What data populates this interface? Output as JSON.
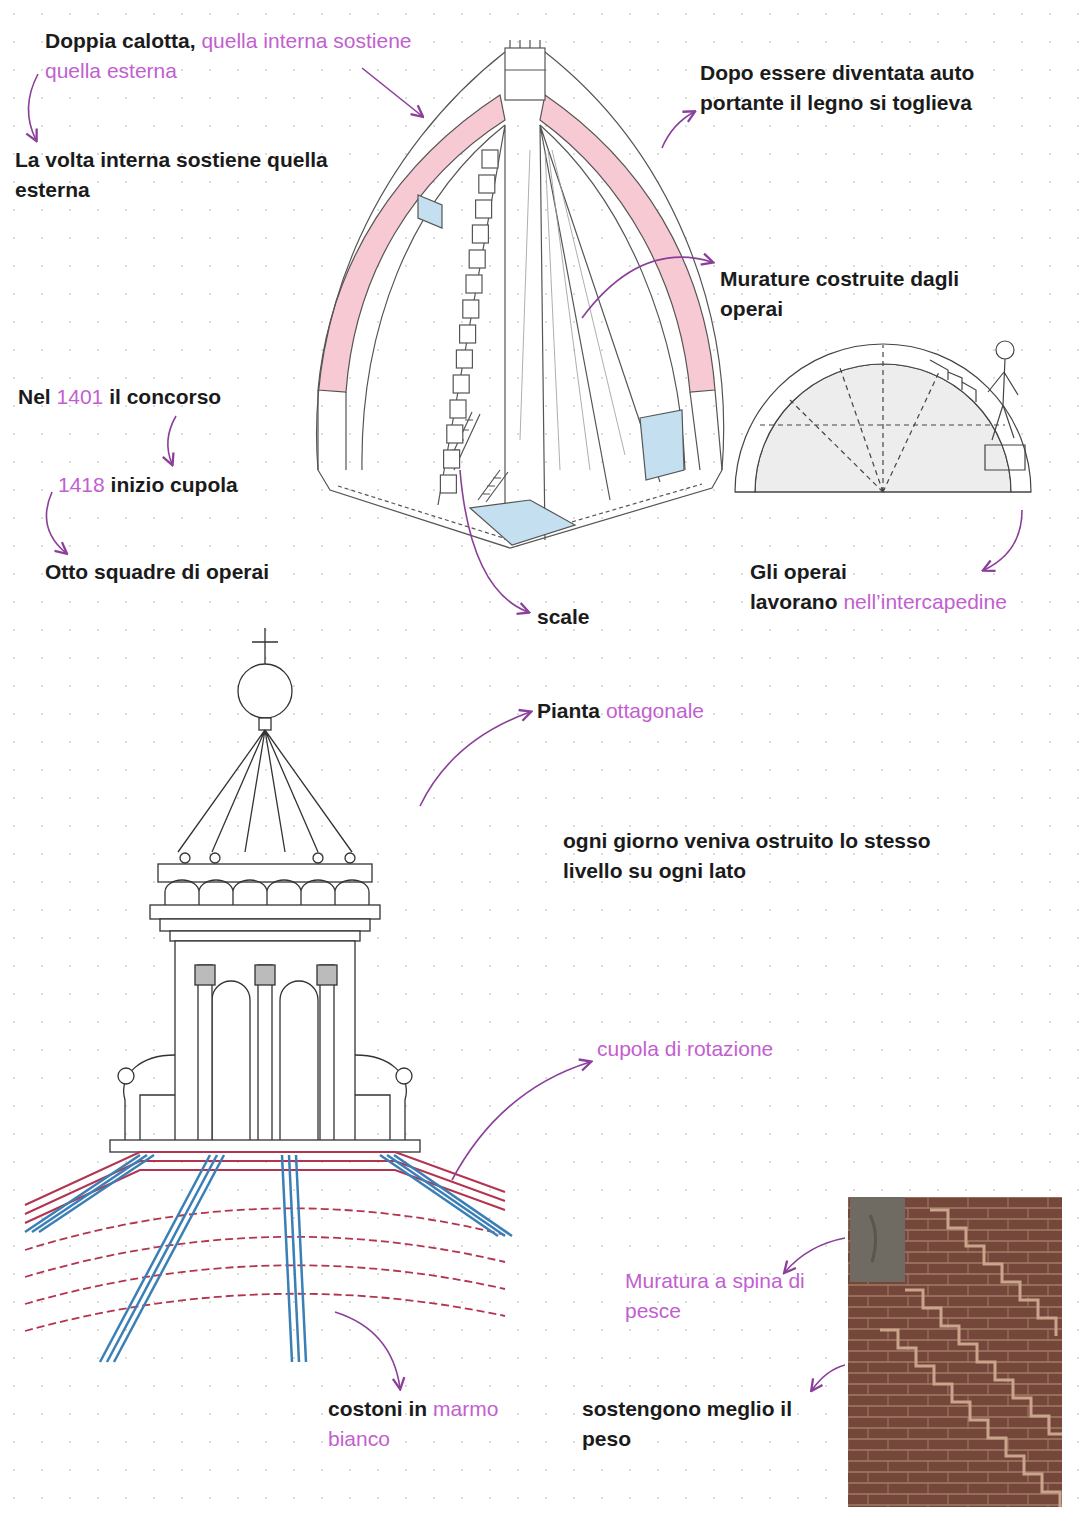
{
  "diagram": {
    "labels": [
      "Doppia calotta,",
      "quella interna sostiene quella esterna",
      "La volta interna sostiene quella esterna",
      "Dopo essere diventata auto portante il legno si toglieva",
      "Murature costruite dagli operai",
      "Nel",
      "1401",
      "il concorso",
      "1418",
      "inizio cupola",
      "Otto squadre di operai",
      "Gli operai lavorano",
      "nell’intercapedine",
      "scale",
      "Pianta",
      "ottagonale",
      "ogni giorno veniva ostruito lo stesso livello su ogni lato",
      "cupola di rotazione",
      "Muratura a spina di pesce",
      "costoni in",
      "marmo bianco",
      "sostengono meglio il peso"
    ]
  }
}
